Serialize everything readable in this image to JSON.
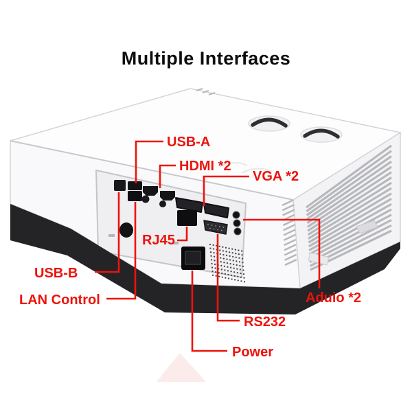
{
  "title": "Multiple Interfaces",
  "labels": {
    "usb_a": "USB-A",
    "hdmi": "HDMI *2",
    "vga": "VGA *2",
    "rj45": "RJ45",
    "usb_b": "USB-B",
    "lan_control": "LAN Control",
    "audio": "Aduio *2",
    "rs232": "RS232",
    "power": "Power"
  },
  "colors": {
    "annotation_red": "#ed130b",
    "body_white": "#f9f9fb",
    "base_dark": "#242427"
  }
}
